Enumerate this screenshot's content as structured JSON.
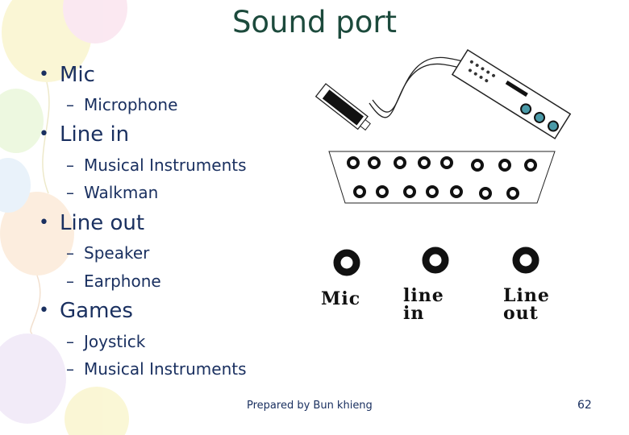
{
  "slide": {
    "title": "Sound port",
    "bullets": [
      {
        "text": "Mic",
        "subitems": [
          "Microphone"
        ]
      },
      {
        "text": "Line in",
        "subitems": [
          "Musical Instruments",
          "Walkman"
        ]
      },
      {
        "text": "Line out",
        "subitems": [
          "Speaker",
          "Earphone"
        ]
      },
      {
        "text": "Games",
        "subitems": [
          "Joystick",
          "Musical Instruments"
        ]
      }
    ],
    "bullet_symbol": "•",
    "sub_symbol": "–",
    "footer": "Prepared by Bun khieng",
    "page_number": "62"
  },
  "diagram": {
    "port_labels": {
      "mic": "Mic",
      "line_in": [
        "line",
        "in"
      ],
      "line_out": [
        "Line",
        "out"
      ]
    }
  },
  "colors": {
    "title": "#1c4a3c",
    "body_text": "#1a3060",
    "connector_teal": "#4a9aa8"
  }
}
